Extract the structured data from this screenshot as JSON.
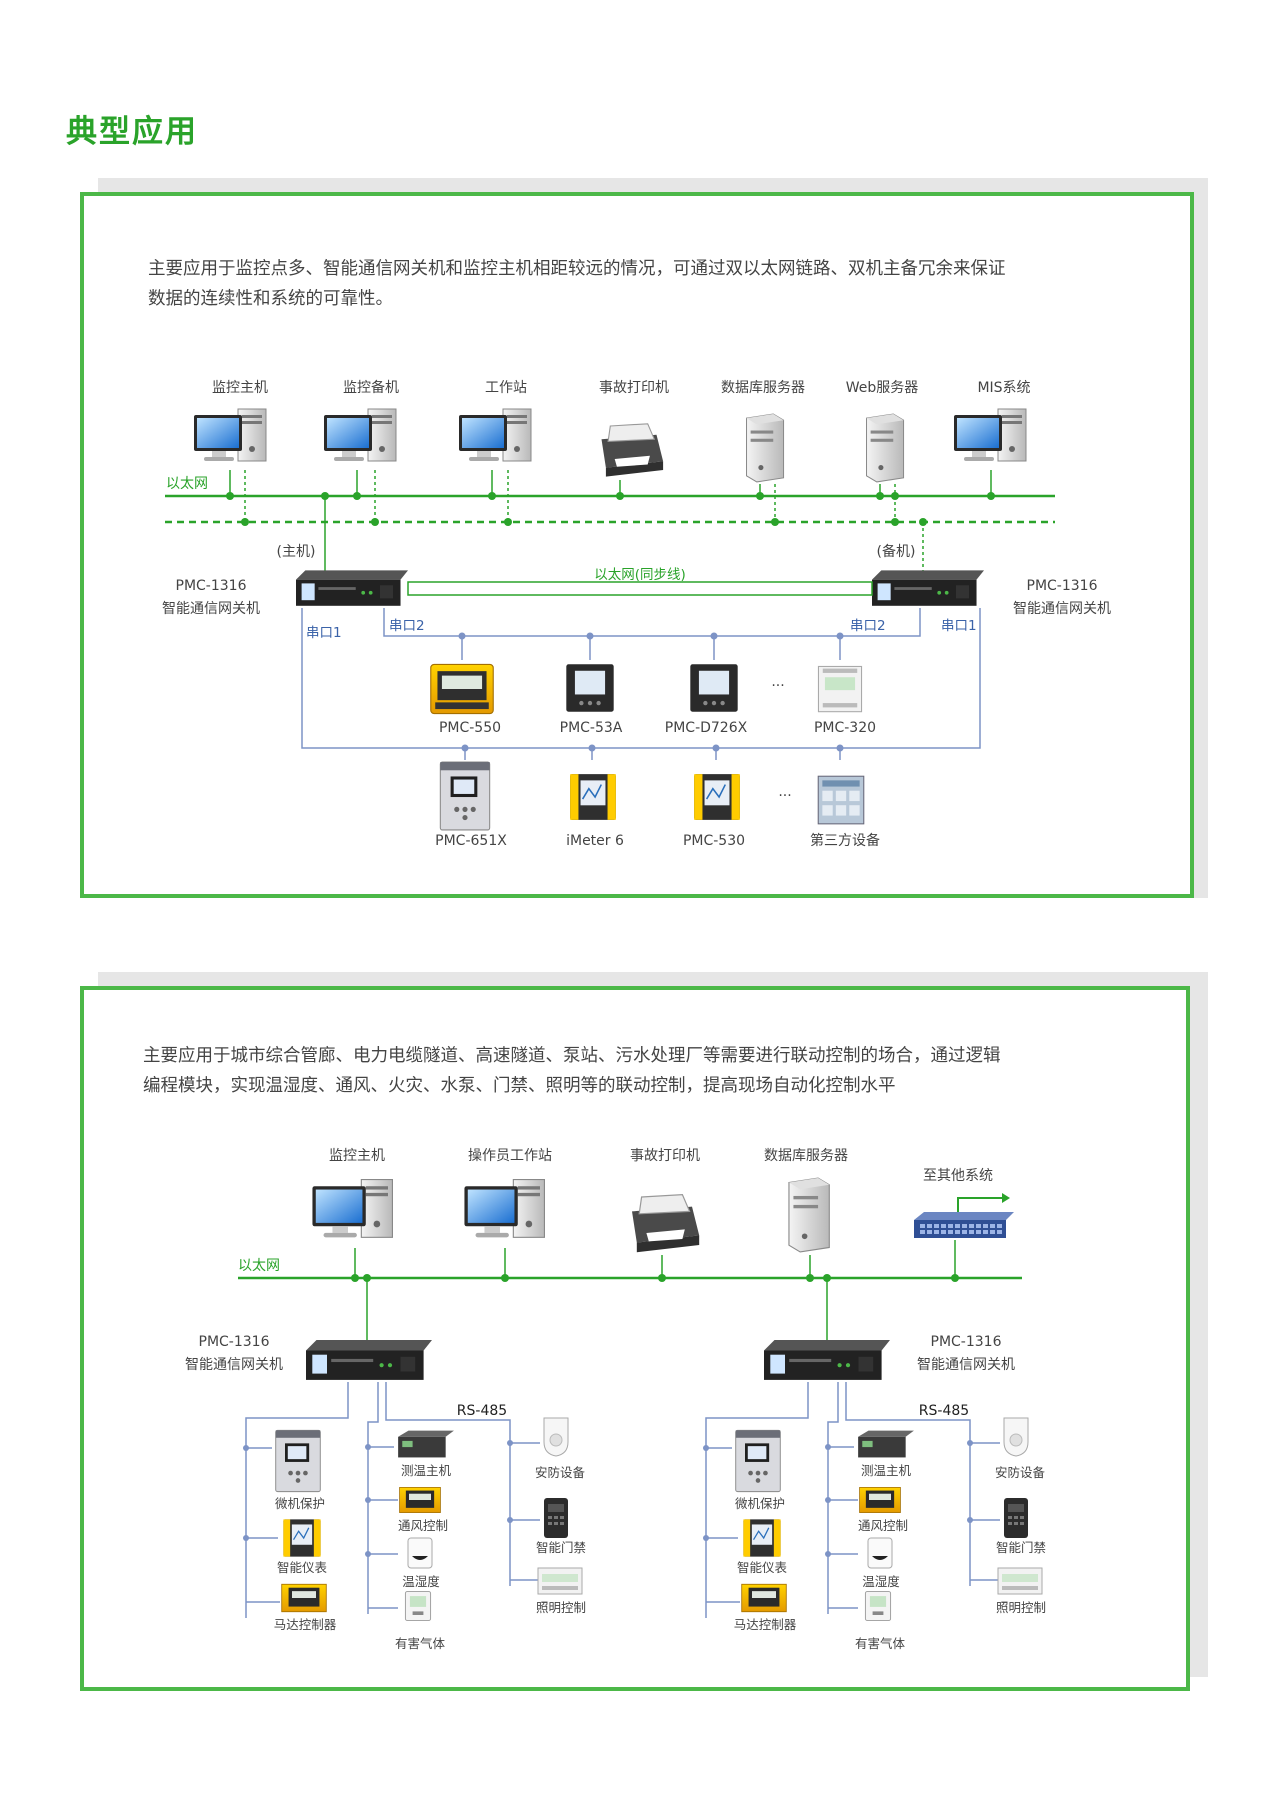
{
  "page_title": "典型应用",
  "colors": {
    "accent": "#4cb848",
    "title": "#2aa32a",
    "bus": "#2aa32a",
    "serial": "#7d93c6",
    "label_blue": "#3a62a8"
  },
  "panel1": {
    "description_line1": "主要应用于监控点多、智能通信网关机和监控主机相距较远的情况，可通过双以太网链路、双机主备冗余来保证",
    "description_line2": "数据的连续性和系统的可靠性。",
    "top_devices": [
      {
        "label": "监控主机",
        "icon": "computer-icon"
      },
      {
        "label": "监控备机",
        "icon": "computer-icon"
      },
      {
        "label": "工作站",
        "icon": "computer-icon"
      },
      {
        "label": "事故打印机",
        "icon": "printer-icon"
      },
      {
        "label": "数据库服务器",
        "icon": "server-icon"
      },
      {
        "label": "Web服务器",
        "icon": "server-icon"
      },
      {
        "label": "MIS系统",
        "icon": "computer-icon"
      }
    ],
    "ethernet_label": "以太网",
    "sync_label": "以太网(同步线)",
    "master_tag": "(主机)",
    "backup_tag": "(备机)",
    "gateway_model": "PMC-1316",
    "gateway_name": "智能通信网关机",
    "serial1": "串口1",
    "serial2": "串口2",
    "row1_devices": [
      "PMC-550",
      "PMC-53A",
      "PMC-D726X",
      "PMC-320"
    ],
    "row2_devices": [
      "PMC-651X",
      "iMeter 6",
      "PMC-530",
      "第三方设备"
    ],
    "ellipsis": "···"
  },
  "panel2": {
    "description_line1": "主要应用于城市综合管廊、电力电缆隧道、高速隧道、泵站、污水处理厂等需要进行联动控制的场合，通过逻辑",
    "description_line2": "编程模块，实现温湿度、通风、火灾、水泵、门禁、照明等的联动控制，提高现场自动化控制水平",
    "top_devices": [
      {
        "label": "监控主机",
        "icon": "computer-icon"
      },
      {
        "label": "操作员工作站",
        "icon": "computer-icon"
      },
      {
        "label": "事故打印机",
        "icon": "printer-icon"
      },
      {
        "label": "数据库服务器",
        "icon": "server-icon"
      },
      {
        "label": "至其他系统",
        "icon": "switch-icon"
      }
    ],
    "ethernet_label": "以太网",
    "gateway_model": "PMC-1316",
    "gateway_name": "智能通信网关机",
    "rs485": "RS-485",
    "col_a": [
      "微机保护",
      "智能仪表",
      "马达控制器"
    ],
    "col_b": [
      "测温主机",
      "通风控制",
      "温湿度",
      "有害气体"
    ],
    "col_c": [
      "安防设备",
      "智能门禁",
      "照明控制"
    ]
  }
}
